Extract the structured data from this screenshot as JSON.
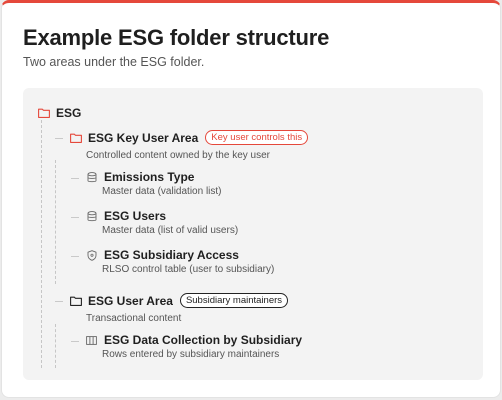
{
  "header": {
    "title": "Example ESG folder structure",
    "subtitle": "Two areas under the ESG folder."
  },
  "tree": {
    "root": {
      "label": "ESG",
      "icon": "folder-icon",
      "color": "#e5483b"
    },
    "key_user_area": {
      "label": "ESG Key User Area",
      "badge": "Key user controls this",
      "description": "Controlled content owned by the key user",
      "icon": "folder-icon",
      "color": "#e5483b",
      "children": [
        {
          "label": "Emissions Type",
          "description": "Master data (validation list)",
          "icon": "database-icon"
        },
        {
          "label": "ESG Users",
          "description": "Master data (list of valid users)",
          "icon": "database-icon"
        },
        {
          "label": "ESG Subsidiary Access",
          "description": "RLSO control table (user to subsidiary)",
          "icon": "shield-icon"
        }
      ]
    },
    "user_area": {
      "label": "ESG User Area",
      "badge": "Subsidiary maintainers",
      "description": "Transactional content",
      "icon": "folder-icon",
      "children": [
        {
          "label": "ESG Data Collection by Subsidiary",
          "description": "Rows entered by subsidiary maintainers",
          "icon": "table-icon"
        }
      ]
    }
  },
  "colors": {
    "accent": "#e5483b",
    "panel": "#f3f3f3"
  }
}
